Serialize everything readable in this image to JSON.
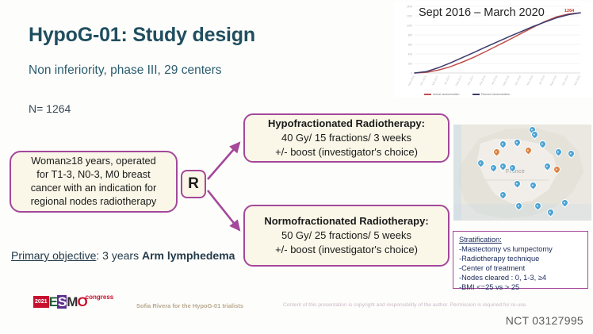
{
  "slide": {
    "title": "HypoG-01: Study design",
    "subtitle": "Non inferiority, phase III, 29 centers",
    "enrollment": "N= 1264"
  },
  "flow": {
    "eligibility": {
      "line1": "Woman≥18 years, operated",
      "line2": "for T1-3, N0-3, M0 breast",
      "line3": "cancer with an indication for",
      "line4": "regional nodes radiotherapy"
    },
    "randomization_label": "R",
    "arms": [
      {
        "title": "Hypofractionated Radiotherapy:",
        "dose": "40 Gy/ 15 fractions/ 3 weeks",
        "boost": "+/- boost (investigator's choice)"
      },
      {
        "title": "Normofractionated Radiotherapy:",
        "dose": "50 Gy/ 25 fractions/ 5 weeks",
        "boost": "+/- boost (investigator's choice)"
      }
    ]
  },
  "primary_objective": {
    "label": "Primary objective",
    "separator": ": 3 years ",
    "endpoint": "Arm lymphedema"
  },
  "stratification": {
    "title": "Stratification:",
    "factors": [
      "-Mastectomy vs lumpectomy",
      "-Radiotherapy technique",
      "-Center of treatment",
      "-Nodes cleared : 0, 1-3, ≥4",
      "-BMI <=25 vs > 25"
    ]
  },
  "map": {
    "region_label": "France"
  },
  "footer": {
    "logo_year": "2021",
    "logo_e": "E",
    "logo_s": "S",
    "logo_m": "M",
    "logo_o": "O",
    "logo_congress": "congress",
    "presenter": "Sofia Rivera for the HypoG-01 trialists",
    "copyright": "Content of this presentation is copyright and responsibility of the author. Permission is required for re-use.",
    "nct": "NCT 03127995"
  },
  "chart_data": {
    "type": "line",
    "title": "Sept 2016 – March 2020",
    "xlabel": "",
    "ylabel": "",
    "ylim": [
      0,
      1400
    ],
    "yticks": [
      0,
      200,
      400,
      600,
      800,
      1000,
      1200,
      1400
    ],
    "grid": true,
    "legend_position": "bottom",
    "end_label": "1264",
    "colors": {
      "actual": "#c0504d",
      "planned": "#3b3b6d"
    },
    "x": [
      "Sept 2016",
      "Dec 2016",
      "Mar 2017",
      "Jun 2017",
      "Sept 2017",
      "Dec 2017",
      "Mar 2018",
      "Jun 2018",
      "Sept 2018",
      "Dec 2018",
      "Mar 2019",
      "Jun 2019",
      "Sept 2019",
      "Dec 2019",
      "Mar 2020"
    ],
    "series": [
      {
        "name": "Actual randomization",
        "color": "#c0504d",
        "values": [
          0,
          15,
          60,
          130,
          225,
          330,
          450,
          575,
          700,
          830,
          960,
          1080,
          1180,
          1240,
          1264
        ]
      },
      {
        "name": "Planned randomization",
        "color": "#3b3b6d",
        "values": [
          0,
          30,
          110,
          210,
          320,
          430,
          545,
          655,
          765,
          870,
          975,
          1070,
          1160,
          1225,
          1264
        ]
      }
    ]
  }
}
